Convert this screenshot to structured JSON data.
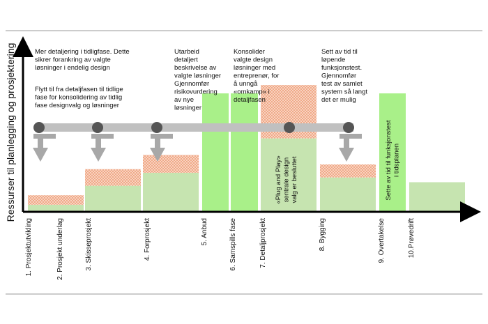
{
  "y_axis_label": "Ressurser til planlegging og prosjektering",
  "phases": [
    {
      "label": "1. Prosjektutvikling",
      "green": 0.06,
      "hatch": 0.08
    },
    {
      "label": "2. Prosjekt underlag",
      "green": 0.0,
      "hatch": 0.0
    },
    {
      "label": "3. Skisseprosjekt",
      "green": 0.22,
      "hatch": 0.14
    },
    {
      "label": "4. Forprosjekt",
      "green": 0.33,
      "hatch": 0.15
    },
    {
      "label": "5. Anbud",
      "green": 1.0,
      "hatch": 0.0,
      "bright": true
    },
    {
      "label": "6. Samspills fase",
      "green": 1.0,
      "hatch": 0.0,
      "bright": true
    },
    {
      "label": "7. Detaljprosjekt",
      "green": 0.62,
      "hatch": 0.45
    },
    {
      "label": "8. Bygging",
      "green": 0.29,
      "hatch": 0.11
    },
    {
      "label": "9. Overtakelse",
      "green": 1.0,
      "hatch": 0.0,
      "bright": true
    },
    {
      "label": "10.Prøvedrift",
      "green": 0.25,
      "hatch": 0.0
    }
  ],
  "annotations": {
    "top_left": [
      "Mer detaljering i tidligfase. Dette",
      "sikrer forankring av valgte",
      "løsninger i endelig design"
    ],
    "bottom_left": [
      "Flytt til fra detaljfasen til  tidlige",
      "fase for konsolidering av tidlig",
      "fase designvalg og løsninger"
    ],
    "anbud": [
      "Utarbeid",
      "detaljert",
      "beskrivelse av",
      "valgte løsninger",
      "Gjennomfør",
      "risikovurdering",
      "av nye",
      "løsninger"
    ],
    "samspill": [
      "Konsolider",
      "valgte design",
      "løsninger med",
      "entreprenør, for",
      "å unngå",
      "«omkamp» i",
      "detaljfasen"
    ],
    "overtakelse": [
      "Sett av tid til",
      "løpende",
      "funksjonstest.",
      "Gjennomfør",
      "test av samlet",
      "system så langt",
      "det er mulig"
    ],
    "plug_play": [
      "«Plug and Play»",
      "sentrale design",
      "valg er besluttet"
    ],
    "funksjonstest": [
      "Sette av tid til funksjonstest",
      "i tidsplanen"
    ]
  },
  "colors": {
    "green": "#c6e4b0",
    "bright_green": "#a9f089",
    "hatch": "#f4b79d",
    "timeline": "#c0c0c0",
    "node": "#555555",
    "axis": "#000000"
  }
}
